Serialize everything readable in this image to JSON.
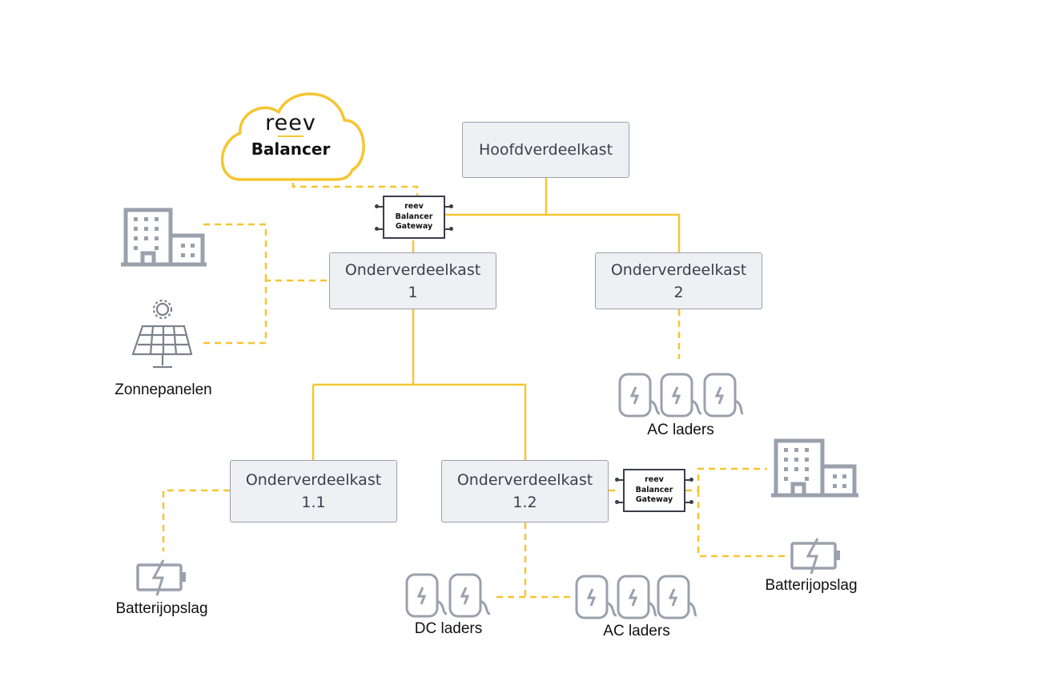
{
  "colors": {
    "accent": "#f6c531",
    "box_border": "#9aa1ad",
    "box_fill": "#eef0f4",
    "icon": "#9aa1ad"
  },
  "cloud": {
    "logo": "reev",
    "title": "Balancer"
  },
  "gateway": {
    "line1": "reev",
    "line2": "Balancer",
    "line3": "Gateway"
  },
  "nodes": {
    "main": "Hoofdverdeelkast",
    "sub1": {
      "line1": "Onderverdeelkast",
      "line2": "1"
    },
    "sub2": {
      "line1": "Onderverdeelkast",
      "line2": "2"
    },
    "sub11": {
      "line1": "Onderverdeelkast",
      "line2": "1.1"
    },
    "sub12": {
      "line1": "Onderverdeelkast",
      "line2": "1.2"
    }
  },
  "labels": {
    "solar": "Zonnepanelen",
    "ac_top": "AC laders",
    "battery_left": "Batterijopslag",
    "dc": "DC laders",
    "ac_bottom": "AC laders",
    "battery_right": "Batterijopslag"
  },
  "icons": [
    "building-icon",
    "solar-panel-icon",
    "charger-icon",
    "battery-icon",
    "cloud-icon"
  ]
}
